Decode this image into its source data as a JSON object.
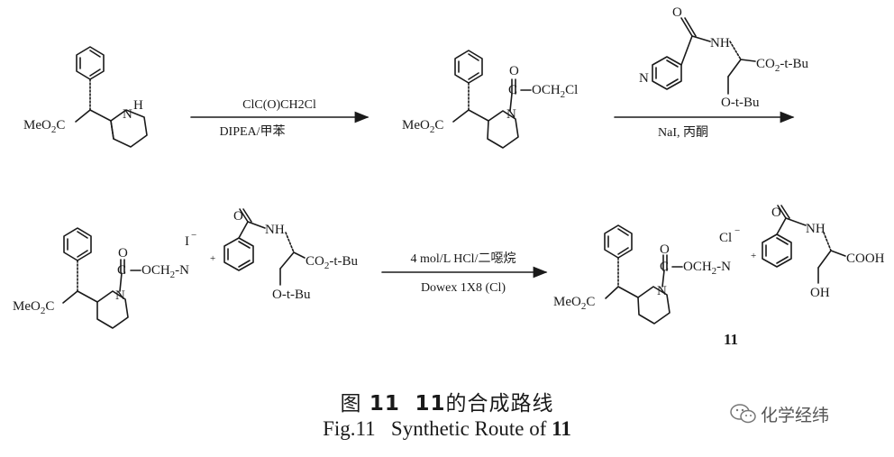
{
  "labels": {
    "meo2c": "MeO",
    "o2c_2": "2",
    "o2c_c": "C",
    "nh": "H",
    "n": "N",
    "o": "O",
    "och2cl": "OCH",
    "och2cl_2": "2",
    "och2cl_cl": "Cl",
    "nh_amide": "NH",
    "co2tbu": "CO",
    "co2tbu_2": "2",
    "co2tbu_rest": "-t-Bu",
    "otbu": "O-t-Bu",
    "ochn": "OCH",
    "ochn_2": "2",
    "ochn_n": "-N",
    "plus": "+",
    "iodide": "I",
    "chloride": "Cl",
    "minus": "−",
    "cooh": "COOH",
    "oh": "OH",
    "c": "C"
  },
  "reagents": {
    "step1_top": "ClC(O)CH2Cl",
    "step1_bottom": "DIPEA/甲苯",
    "step2_bottom": "NaI, 丙酮",
    "step3_top": "4 mol/L HCl/二噁烷",
    "step3_bottom": "Dowex 1X8 (Cl)"
  },
  "compound_label": "11",
  "caption": {
    "cn_prefix": "图",
    "cn_num": "11",
    "cn_num2": "11",
    "cn_suffix": "的合成路线",
    "en_prefix": "Fig.11",
    "en_text": "Synthetic Route of",
    "en_num": "11"
  },
  "watermark": "化学经纬"
}
